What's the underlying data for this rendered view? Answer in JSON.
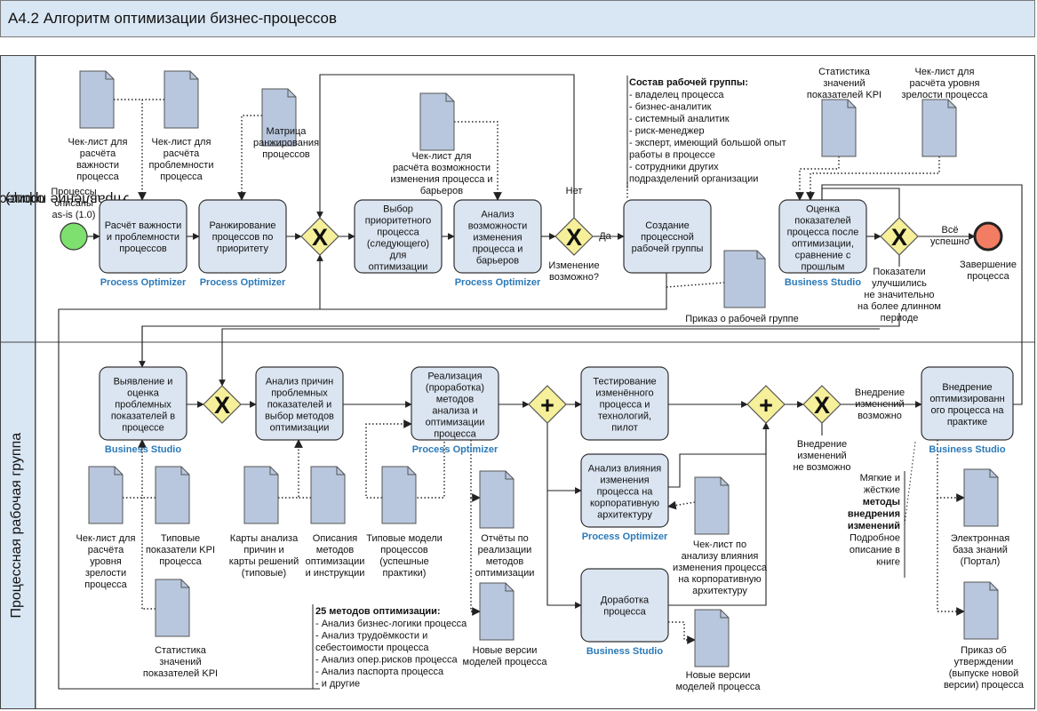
{
  "header": {
    "title": "A4.2 Алгоритм оптимизации бизнес-процессов"
  },
  "lanes": {
    "top": [
      "Управление процессов (процессный",
      "офис)"
    ],
    "bottom": "Процессная рабочая группа"
  },
  "tools": {
    "po": "Process Optimizer",
    "bs": "Business Studio"
  },
  "gateway_symbols": {
    "exclusive": "X",
    "parallel": "+"
  },
  "tasks": {
    "t1": [
      "Расчёт важности",
      "и проблемности",
      "процессов"
    ],
    "t2": [
      "Ранжирование",
      "процессов по",
      "приоритету"
    ],
    "t3": [
      "Выбор",
      "приоритетного",
      "процесса",
      "(следующего)",
      "для",
      "оптимизации"
    ],
    "t4": [
      "Анализ",
      "возможности",
      "изменения",
      "процесса и",
      "барьеров"
    ],
    "t5": [
      "Создание",
      "процессной",
      "рабочей группы"
    ],
    "t6": [
      "Оценка",
      "показателей",
      "процесса после",
      "оптимизации,",
      "сравнение с",
      "прошлым"
    ],
    "b1": [
      "Выявление и",
      "оценка",
      "проблемных",
      "показателей в",
      "процессе"
    ],
    "b2": [
      "Анализ причин",
      "проблемных",
      "показателей и",
      "выбор методов",
      "оптимизации"
    ],
    "b3": [
      "Реализация",
      "(проработка)",
      "методов",
      "анализа и",
      "оптимизации",
      "процесса"
    ],
    "b4": [
      "Тестирование",
      "изменённого",
      "процесса и",
      "технологий,",
      "пилот"
    ],
    "b5": [
      "Анализ влияния",
      "изменения",
      "процесса на",
      "корпоративную",
      "архитектуру"
    ],
    "b6": [
      "Доработка",
      "процесса"
    ],
    "b7": [
      "Внедрение",
      "оптимизированн",
      "ого процесса на",
      "практике"
    ]
  },
  "documents": {
    "d1": [
      "Чек-лист для",
      "расчёта",
      "важности",
      "процесса"
    ],
    "d2": [
      "Чек-лист для",
      "расчёта",
      "проблемности",
      "процесса"
    ],
    "d3": [
      "Матрица",
      "ранжирования",
      "процессов"
    ],
    "d4": [
      "Чек-лист для",
      "расчёта возможности",
      "изменения процесса и",
      "барьеров"
    ],
    "d5": [
      "Статистика",
      "значений",
      "показателей KPI"
    ],
    "d6": [
      "Чек-лист для",
      "расчёта уровня",
      "зрелости процесса"
    ],
    "d7": [
      "Приказ о рабочей группе"
    ],
    "d8": [
      "Чек-лист для",
      "расчёта",
      "уровня",
      "зрелости",
      "процесса"
    ],
    "d9": [
      "Типовые",
      "показатели KPI",
      "процесса"
    ],
    "d10": [
      "Статистика",
      "значений",
      "показателей KPI"
    ],
    "d11": [
      "Карты анализа",
      "причин и",
      "карты решений",
      "(типовые)"
    ],
    "d12": [
      "Описания",
      "методов",
      "оптимизации",
      "и инструкции"
    ],
    "d13": [
      "Типовые модели",
      "процессов",
      "(успешные",
      "практики)"
    ],
    "d14": [
      "Отчёты по",
      "реализации",
      "методов",
      "оптимизации"
    ],
    "d15": [
      "Новые версии",
      "моделей процесса"
    ],
    "d16": [
      "Чек-лист по",
      "анализу влияния",
      "изменения процесса",
      "на корпоративную",
      "архитектуру"
    ],
    "d17": [
      "Новые версии",
      "моделей процесса"
    ],
    "d18": [
      "Электронная",
      "база знаний",
      "(Портал)"
    ],
    "d19": [
      "Приказ об",
      "утверждении",
      "(выпуске новой",
      "версии) процесса"
    ]
  },
  "labels": {
    "start": [
      "Процессы",
      "описаны",
      "as-is (1.0)"
    ],
    "no": "Нет",
    "yes": "Да",
    "change_possible": [
      "Изменение",
      "возможно?"
    ],
    "all_success": [
      "Всё",
      "успешно"
    ],
    "end": [
      "Завершение",
      "процесса"
    ],
    "improved": [
      "Показатели",
      "улучшились",
      "не значительно",
      "на более длинном",
      "периоде"
    ],
    "impl_possible": [
      "Внедрение",
      "изменений",
      "возможно"
    ],
    "impl_not_possible": [
      "Внедрение",
      "изменений",
      "не возможно"
    ]
  },
  "annotations": {
    "team_title": "Состав рабочей группы:",
    "team": [
      "- владелец процесса",
      "- бизнес-аналитик",
      "- системный аналитик",
      "- риск-менеджер",
      "- эксперт, имеющий большой опыт",
      "работы в  процессе",
      "- сотрудники других",
      "подразделений организации"
    ],
    "methods_title": "25 методов оптимизации:",
    "methods": [
      "- Анализ бизнес-логики процесса",
      "- Анализ трудоёмкости и",
      "себестоимости процесса",
      "- Анализ опер.рисков процесса",
      "- Анализ паспорта процесса",
      "- и другие"
    ],
    "change_methods": {
      "l1": "Мягкие и",
      "l2": "жёсткие",
      "b1": "методы",
      "b2": "внедрения",
      "b3": "изменений",
      "l3": "Подробное",
      "l4": "описание в",
      "l5": "книге"
    }
  },
  "colors": {
    "lane_bg": "#d9e6f3",
    "task_fill": "#dbe5f1",
    "doc_fill": "#b8c7dd",
    "gateway_fill": "#f5f099",
    "start_fill": "#7ee06e",
    "end_fill": "#f27d62",
    "tool_text": "#2a79b8"
  }
}
